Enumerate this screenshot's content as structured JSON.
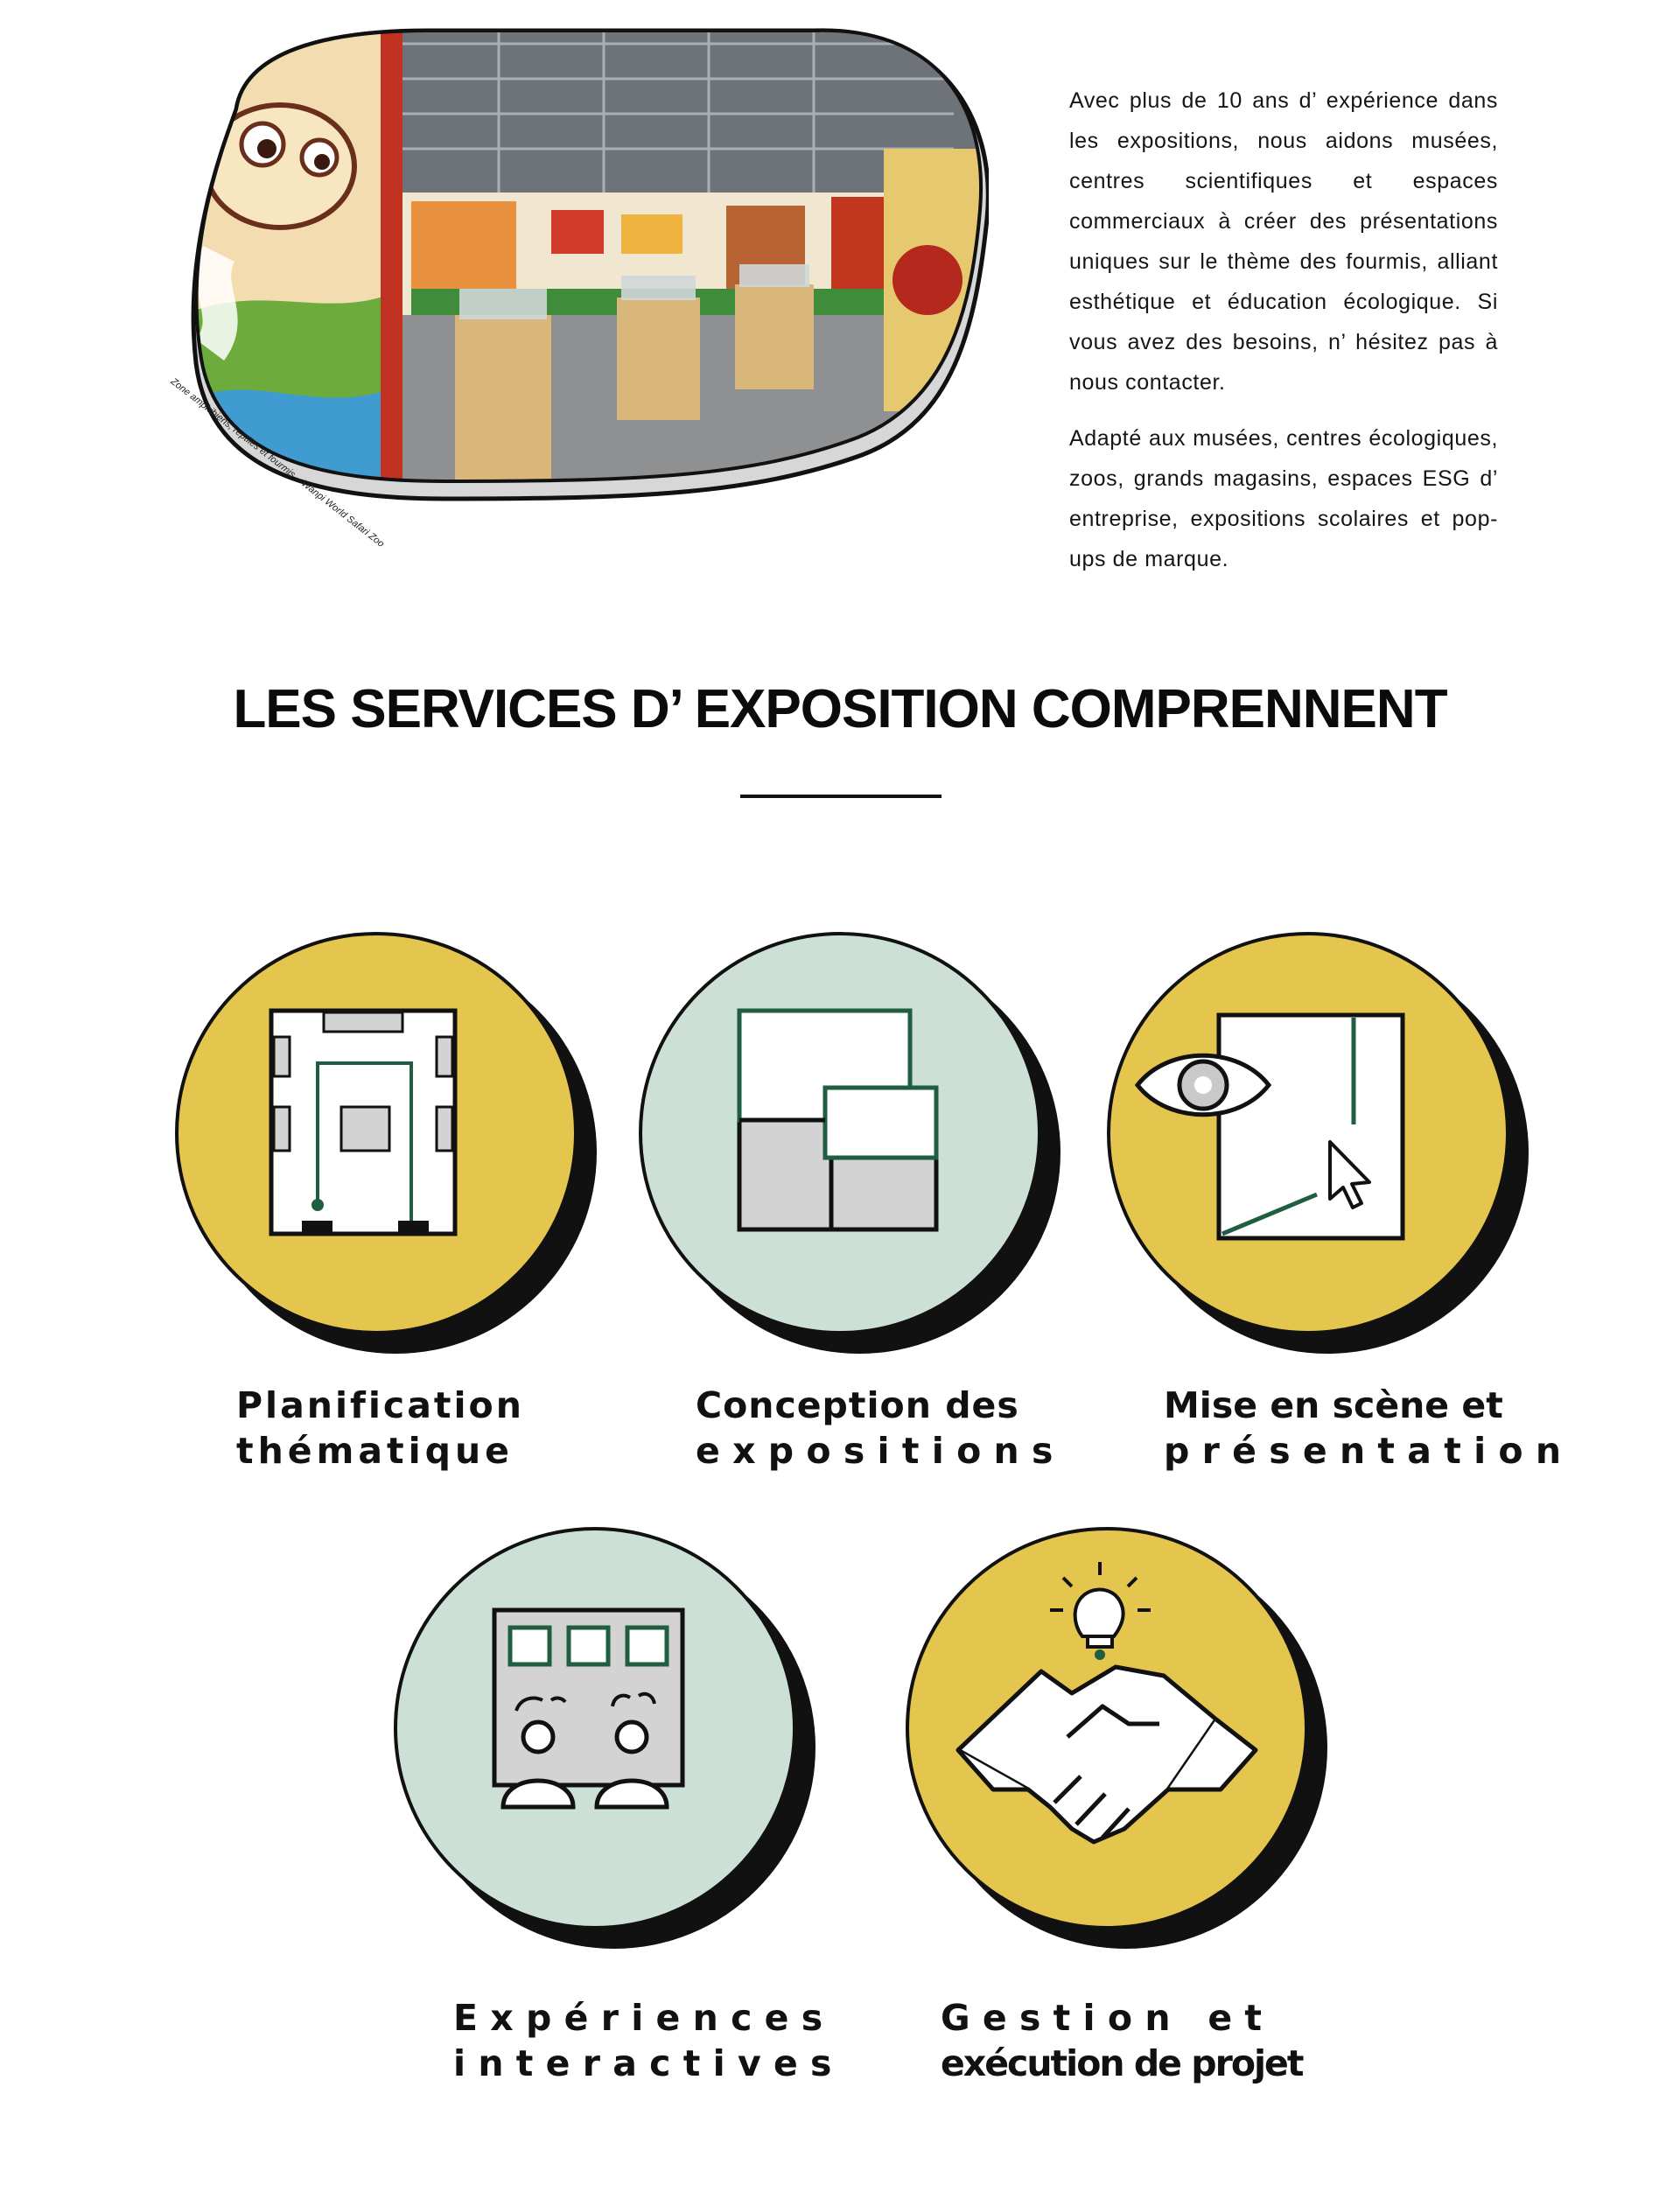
{
  "hero": {
    "caption": "Zone amphibiens, reptiles et fourmis – Wanpi World Safari Zoo"
  },
  "intro": {
    "paragraph1": "Avec plus de 10 ans d’ expérience dans les expositions, nous aidons musées, centres scientifiques et espaces commerciaux à créer des présentations uniques sur le thème des fourmis, alliant esthétique et éducation écologique. Si vous avez des besoins, n’ hésitez pas à nous contacter.",
    "paragraph2": "Adapté aux musées, centres écologiques, zoos, grands magasins, espaces ESG d’ entreprise, expositions scolaires et pop-ups de marque."
  },
  "section": {
    "title": "LES SERVICES D’  EXPOSITION COMPRENNENT"
  },
  "services": [
    {
      "line1": "Planification",
      "line2": "thématique",
      "icon": "floor-plan-icon",
      "color": "#e4c54e"
    },
    {
      "line1": "Conception des",
      "line2": "e x p o s i t i o n s",
      "icon": "layout-panels-icon",
      "color": "#cde0d6"
    },
    {
      "line1": "Mise en scène et",
      "line2": "p r é s e n t a t i o n",
      "icon": "eye-cursor-icon",
      "color": "#e4c54e"
    },
    {
      "line1": "E x p é r i e n c e s",
      "line2": "i n t e r a c t i v e s",
      "icon": "interactive-screen-icon",
      "color": "#cde0d6"
    },
    {
      "line1": "G e s t i o n   e t",
      "line2": "exécution de projet",
      "icon": "handshake-lightbulb-icon",
      "color": "#e4c54e"
    }
  ]
}
